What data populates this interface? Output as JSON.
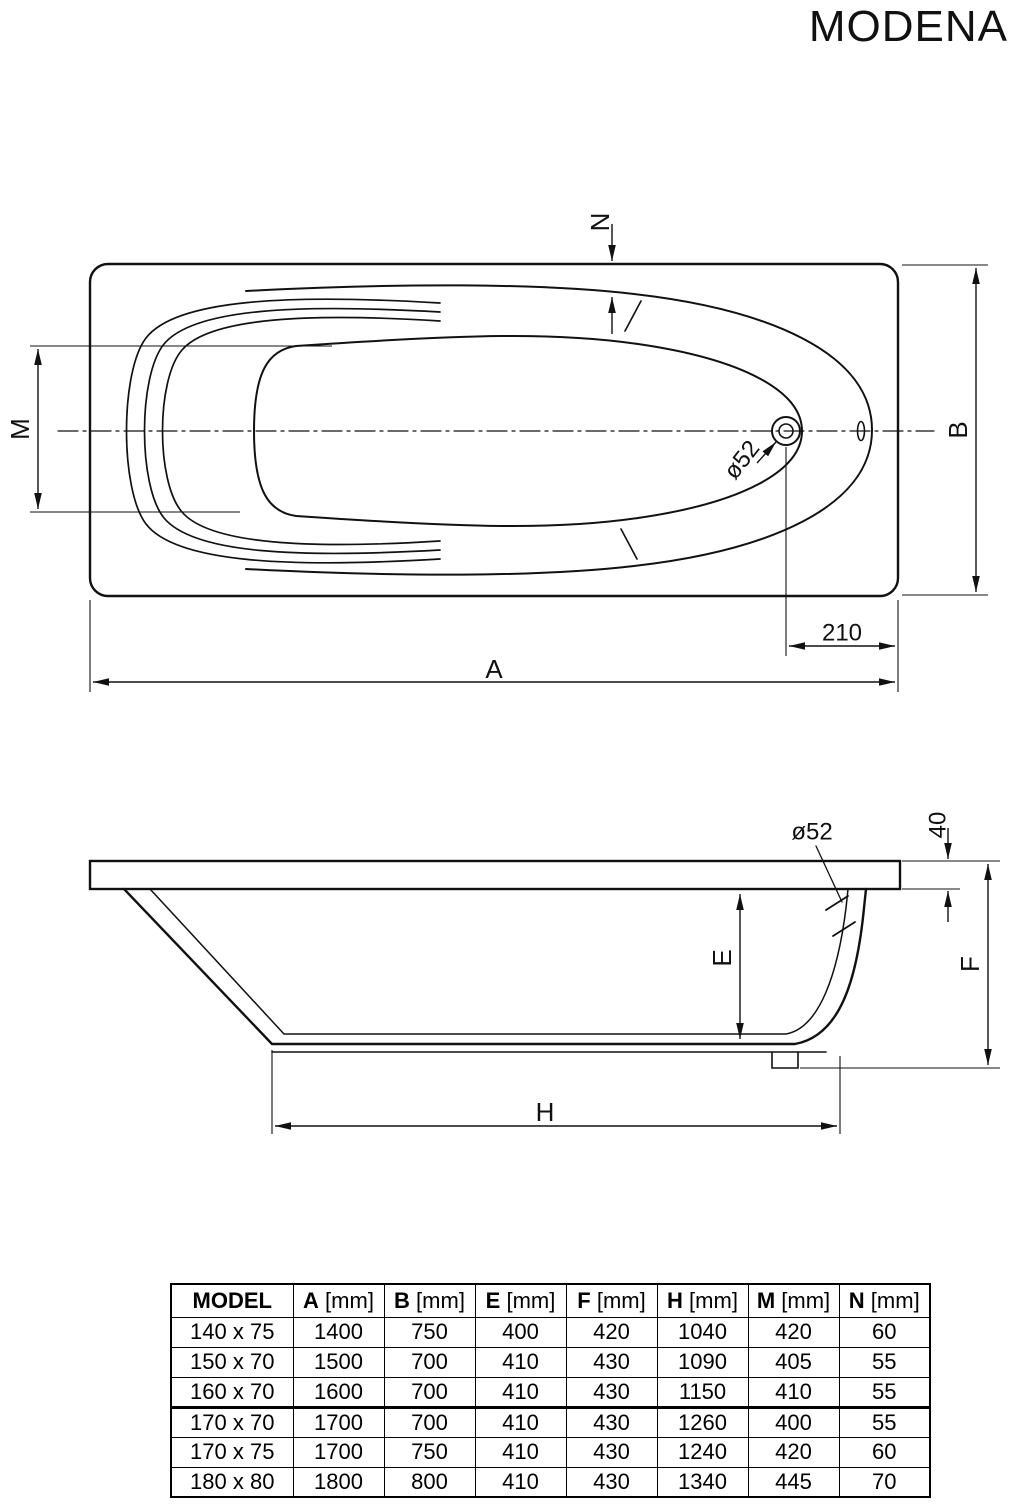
{
  "title": "MODENA",
  "top_view": {
    "label_n": "N",
    "label_m": "M",
    "label_b": "B",
    "label_a": "A",
    "label_drain": "ø52",
    "label_210": "210"
  },
  "side_view": {
    "label_drain": "ø52",
    "label_40": "40",
    "label_e": "E",
    "label_f": "F",
    "label_h": "H"
  },
  "table": {
    "headers": [
      {
        "key": "MODEL",
        "unit": ""
      },
      {
        "key": "A",
        "unit": " [mm]"
      },
      {
        "key": "B",
        "unit": " [mm]"
      },
      {
        "key": "E",
        "unit": " [mm]"
      },
      {
        "key": "F",
        "unit": " [mm]"
      },
      {
        "key": "H",
        "unit": " [mm]"
      },
      {
        "key": "M",
        "unit": " [mm]"
      },
      {
        "key": "N",
        "unit": " [mm]"
      }
    ],
    "rows": [
      [
        "140 x 75",
        "1400",
        "750",
        "400",
        "420",
        "1040",
        "420",
        "60"
      ],
      [
        "150 x 70",
        "1500",
        "700",
        "410",
        "430",
        "1090",
        "405",
        "55"
      ],
      [
        "160 x 70",
        "1600",
        "700",
        "410",
        "430",
        "1150",
        "410",
        "55"
      ],
      [
        "170 x 70",
        "1700",
        "700",
        "410",
        "430",
        "1260",
        "400",
        "55"
      ],
      [
        "170 x 75",
        "1700",
        "750",
        "410",
        "430",
        "1240",
        "420",
        "60"
      ],
      [
        "180 x 80",
        "1800",
        "800",
        "410",
        "430",
        "1340",
        "445",
        "70"
      ]
    ]
  }
}
